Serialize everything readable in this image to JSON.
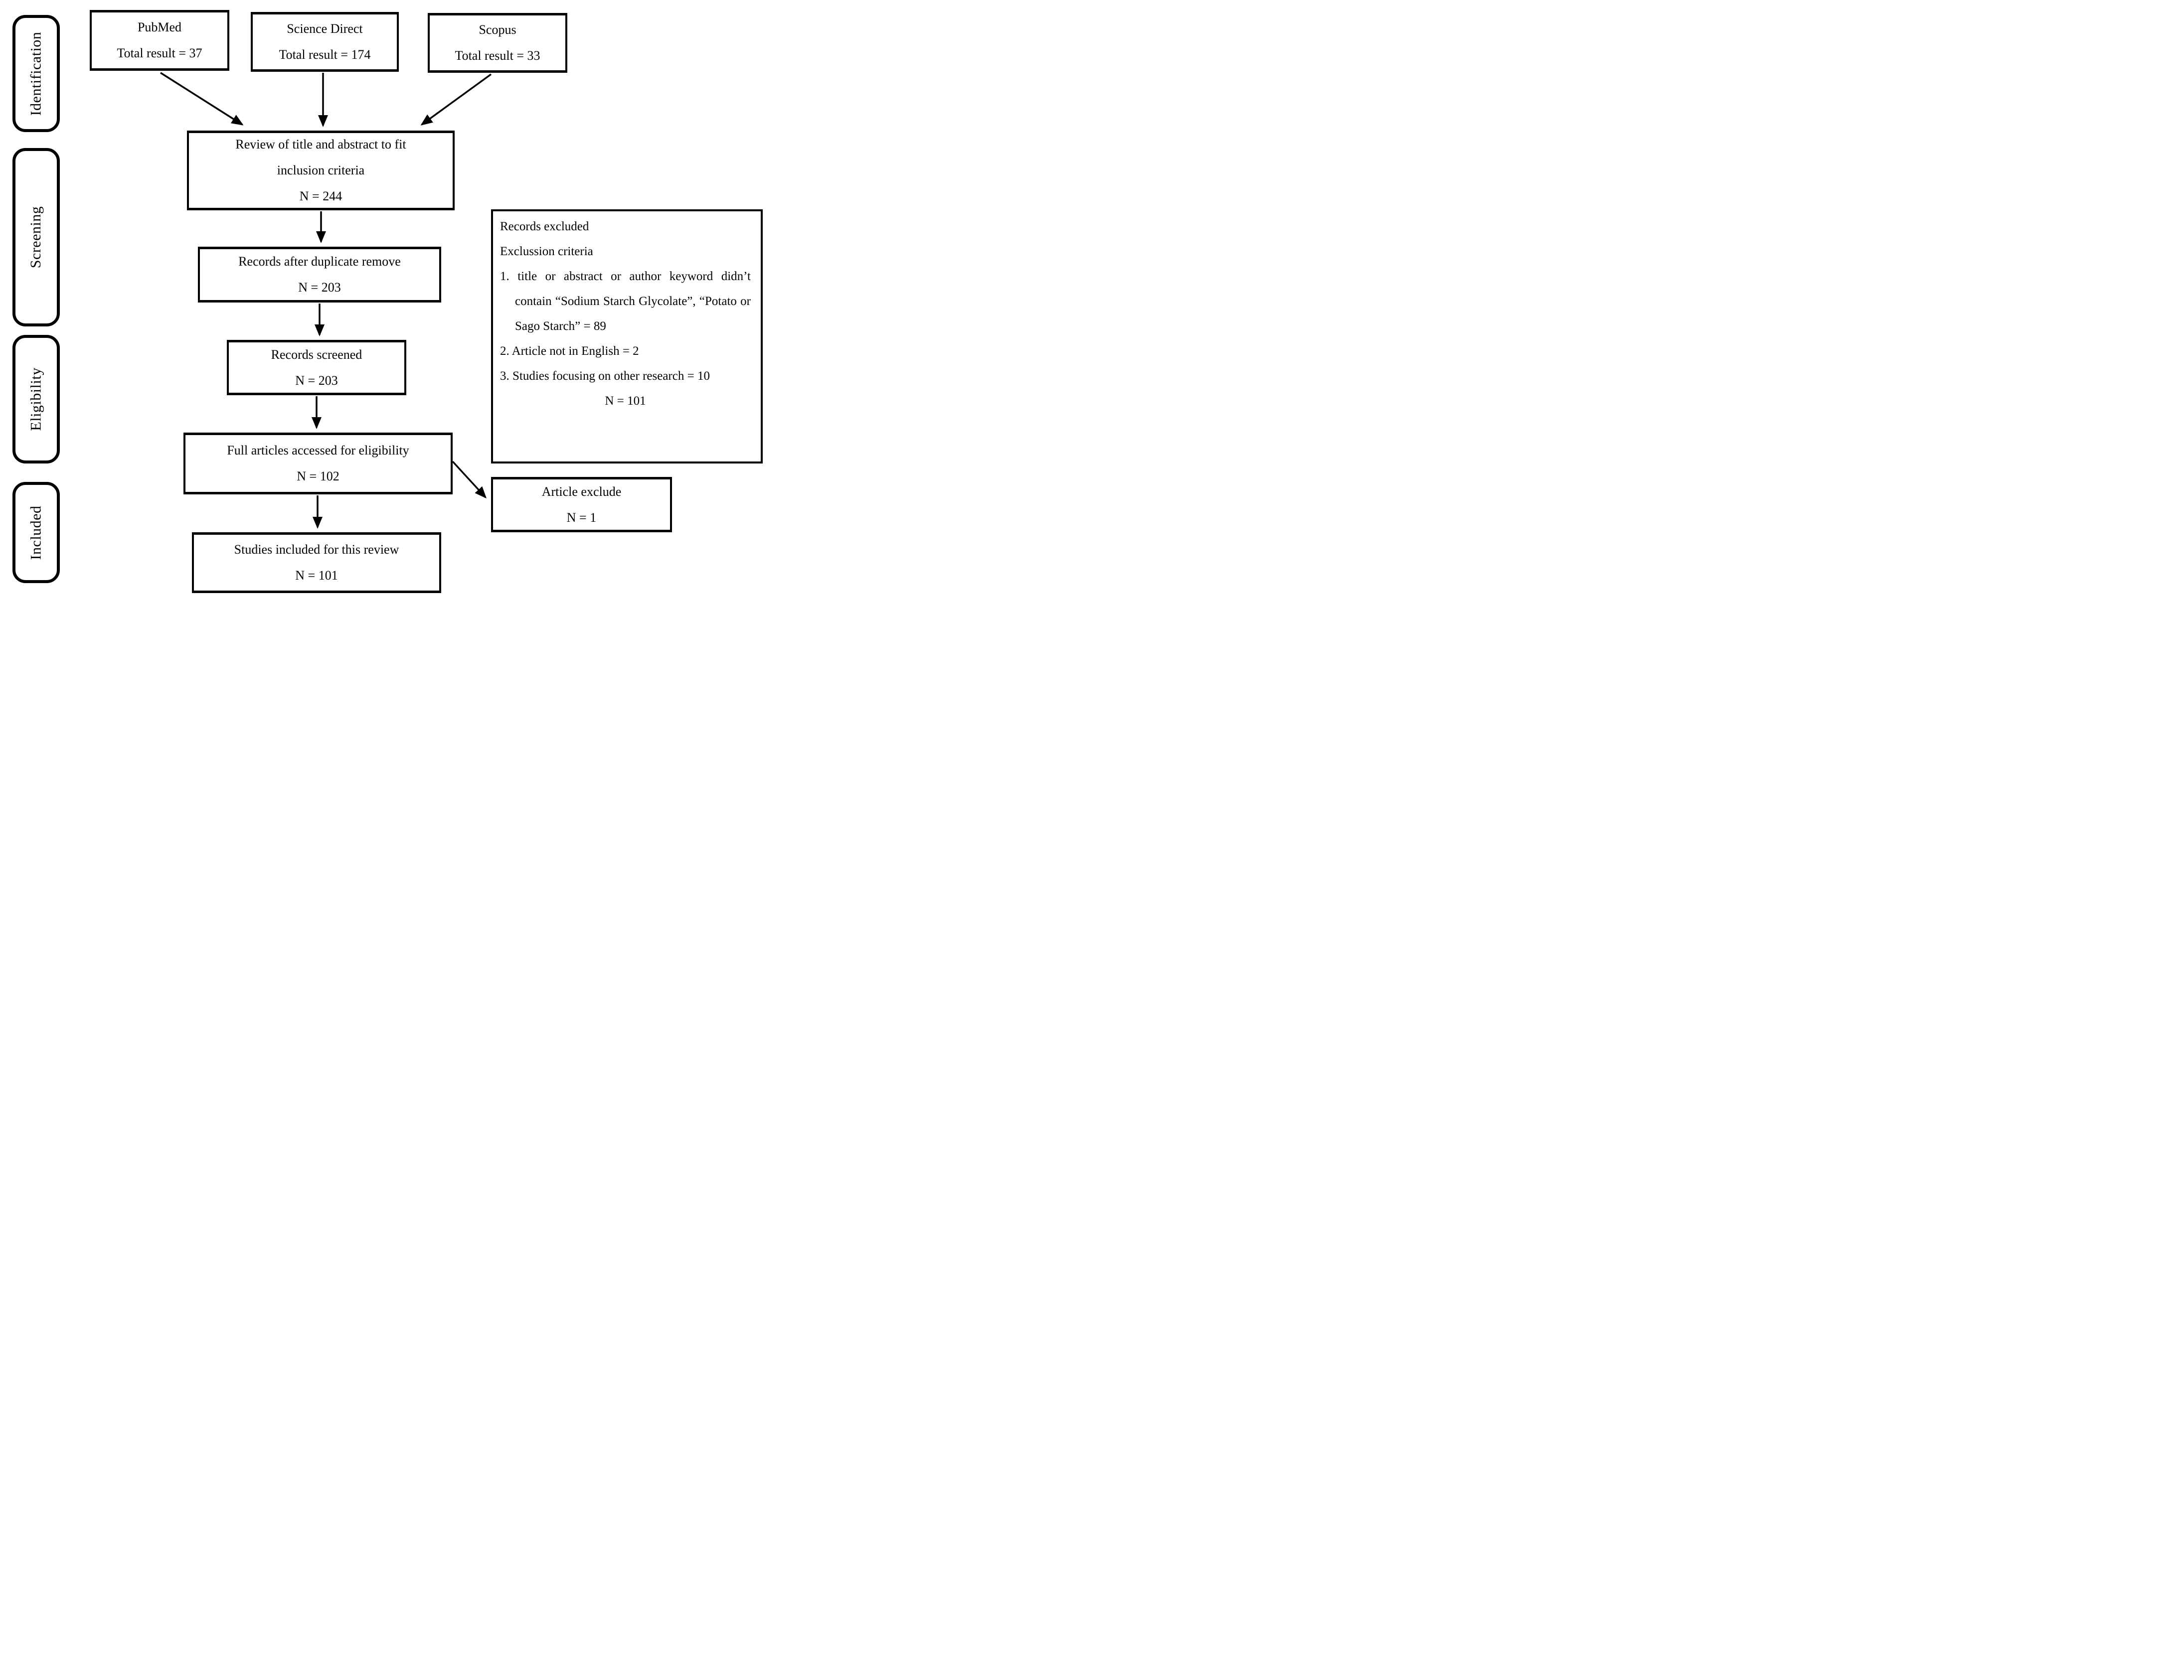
{
  "sidebar": {
    "stages": [
      {
        "label": "Identification"
      },
      {
        "label": "Screening"
      },
      {
        "label": "Eligibility"
      },
      {
        "label": "Included"
      }
    ]
  },
  "sources": [
    {
      "name": "PubMed",
      "total": "Total result = 37"
    },
    {
      "name": "Science Direct",
      "total": "Total result = 174"
    },
    {
      "name": "Scopus",
      "total": "Total result = 33"
    }
  ],
  "flow": {
    "review": {
      "text": "Review of title and abstract to fit\ninclusion criteria",
      "n": "N = 244"
    },
    "duplicates": {
      "text": "Records after duplicate remove",
      "n": "N = 203"
    },
    "screened": {
      "text": "Records screened",
      "n": "N = 203"
    },
    "full_articles": {
      "text": "Full articles accessed for eligibility",
      "n": "N = 102"
    },
    "included": {
      "text": "Studies included for this review",
      "n": "N = 101"
    }
  },
  "exclusions": {
    "title": "Records excluded",
    "subtitle": "Exclussion criteria",
    "items": [
      "1. title or abstract or author keyword didn’t contain “Sodium Starch Glycolate”, “Potato or Sago Starch” = 89",
      "2. Article not in English = 2",
      "3. Studies focusing on other research = 10"
    ],
    "n": "N = 101"
  },
  "article_exclude": {
    "text": "Article exclude",
    "n": "N = 1"
  },
  "colors": {
    "ink": "#000000",
    "background": "#ffffff"
  }
}
